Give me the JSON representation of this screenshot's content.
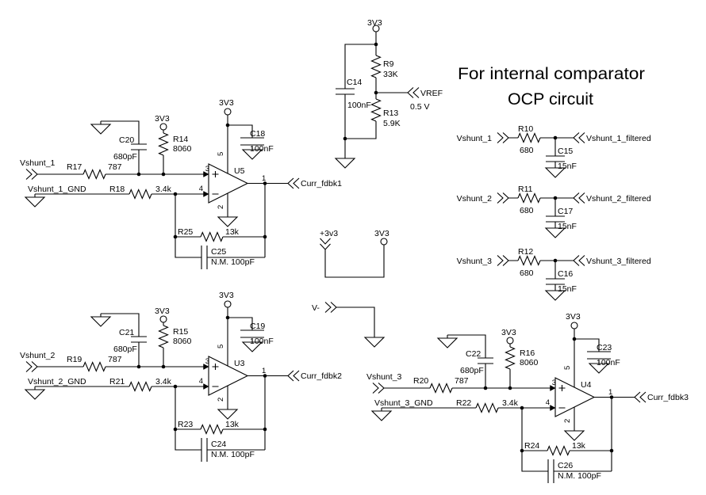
{
  "title": {
    "line1": "For internal comparator",
    "line2": "OCP circuit"
  },
  "stages": [
    {
      "input": "Vshunt_1",
      "input_gnd": "Vshunt_1_GND",
      "opamp": "U5",
      "output": "Curr_fdbk1",
      "rail_bias": "3V3",
      "rail_amp": "3V3",
      "r_in": {
        "name": "R17",
        "value": "787"
      },
      "r_gnd": {
        "name": "R18",
        "value": "3.4k"
      },
      "c_in": {
        "name": "C20",
        "value": "680pF"
      },
      "r_bias": {
        "name": "R14",
        "value": "8060"
      },
      "c_bypass": {
        "name": "C18",
        "value": "100nF"
      },
      "r_fb": {
        "name": "R25",
        "value": "13k"
      },
      "c_fb": {
        "name": "C25",
        "value": "N.M. 100pF"
      },
      "pins": {
        "in_p": "3",
        "in_n": "4",
        "out": "1",
        "v_pos": "5",
        "v_neg": "2"
      }
    },
    {
      "input": "Vshunt_2",
      "input_gnd": "Vshunt_2_GND",
      "opamp": "U3",
      "output": "Curr_fdbk2",
      "rail_bias": "3V3",
      "rail_amp": "3V3",
      "r_in": {
        "name": "R19",
        "value": "787"
      },
      "r_gnd": {
        "name": "R21",
        "value": "3.4k"
      },
      "c_in": {
        "name": "C21",
        "value": "680pF"
      },
      "r_bias": {
        "name": "R15",
        "value": "8060"
      },
      "c_bypass": {
        "name": "C19",
        "value": "100nF"
      },
      "r_fb": {
        "name": "R23",
        "value": "13k"
      },
      "c_fb": {
        "name": "C24",
        "value": "N.M. 100pF"
      },
      "pins": {
        "in_p": "3",
        "in_n": "4",
        "out": "1",
        "v_pos": "5",
        "v_neg": "2"
      }
    },
    {
      "input": "Vshunt_3",
      "input_gnd": "Vshunt_3_GND",
      "opamp": "U4",
      "output": "Curr_fdbk3",
      "rail_bias": "3V3",
      "rail_amp": "3V3",
      "r_in": {
        "name": "R20",
        "value": "787"
      },
      "r_gnd": {
        "name": "R22",
        "value": "3.4k"
      },
      "c_in": {
        "name": "C22",
        "value": "680pF"
      },
      "r_bias": {
        "name": "R16",
        "value": "8060"
      },
      "c_bypass": {
        "name": "C23",
        "value": "100nF"
      },
      "r_fb": {
        "name": "R24",
        "value": "13k"
      },
      "c_fb": {
        "name": "C26",
        "value": "N.M. 100pF"
      },
      "pins": {
        "in_p": "3",
        "in_n": "4",
        "out": "1",
        "v_pos": "5",
        "v_neg": "2"
      }
    }
  ],
  "divider": {
    "rail": "3V3",
    "r_top": {
      "name": "R9",
      "value": "33K"
    },
    "r_bottom": {
      "name": "R13",
      "value": "5.9K"
    },
    "cap": {
      "name": "C14",
      "value": "100nF"
    },
    "output": "VREF",
    "note": "0.5 V"
  },
  "power": {
    "p3v3_port": "+3v3",
    "rail": "3V3",
    "vminus_port": "V-"
  },
  "filters": [
    {
      "input": "Vshunt_1",
      "output": "Vshunt_1_filtered",
      "r": {
        "name": "R10",
        "value": "680"
      },
      "c": {
        "name": "C15",
        "value": "15nF"
      }
    },
    {
      "input": "Vshunt_2",
      "output": "Vshunt_2_filtered",
      "r": {
        "name": "R11",
        "value": "680"
      },
      "c": {
        "name": "C17",
        "value": "15nF"
      }
    },
    {
      "input": "Vshunt_3",
      "output": "Vshunt_3_filtered",
      "r": {
        "name": "R12",
        "value": "680"
      },
      "c": {
        "name": "C16",
        "value": "15nF"
      }
    }
  ],
  "colors": {
    "ink": "#000000",
    "background": "#ffffff"
  }
}
